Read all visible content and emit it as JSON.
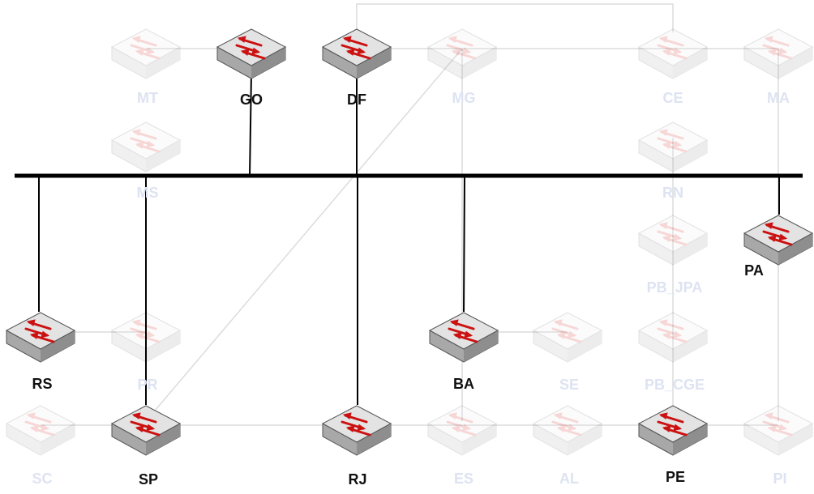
{
  "colors": {
    "backbone": "#000000",
    "active_link": "#000000",
    "faded_link": "#dcdcdc",
    "arrow_red": "#cc1111",
    "switch_top": "#d9d9d9",
    "switch_side": "#9a9a9a"
  },
  "icon": "network-switch-icon",
  "nodes": {
    "GO": {
      "label": "GO",
      "active": true
    },
    "DF": {
      "label": "DF",
      "active": true
    },
    "RS": {
      "label": "RS",
      "active": true
    },
    "SP": {
      "label": "SP",
      "active": true
    },
    "RJ": {
      "label": "RJ",
      "active": true
    },
    "BA": {
      "label": "BA",
      "active": true
    },
    "PE": {
      "label": "PE",
      "active": true
    },
    "PA": {
      "label": "PA",
      "active": true
    },
    "MT": {
      "label": "MT",
      "active": false
    },
    "MG": {
      "label": "MG",
      "active": false
    },
    "CE": {
      "label": "CE",
      "active": false
    },
    "MA": {
      "label": "MA",
      "active": false
    },
    "MS": {
      "label": "MS",
      "active": false
    },
    "RN": {
      "label": "RN",
      "active": false
    },
    "PB_JPA": {
      "label": "PB_JPA",
      "active": false
    },
    "PB_CGE": {
      "label": "PB_CGE",
      "active": false
    },
    "PR": {
      "label": "PR",
      "active": false
    },
    "SE": {
      "label": "SE",
      "active": false
    },
    "SC": {
      "label": "SC",
      "active": false
    },
    "ES": {
      "label": "ES",
      "active": false
    },
    "AL": {
      "label": "AL",
      "active": false
    },
    "PI": {
      "label": "PI",
      "active": false
    }
  }
}
